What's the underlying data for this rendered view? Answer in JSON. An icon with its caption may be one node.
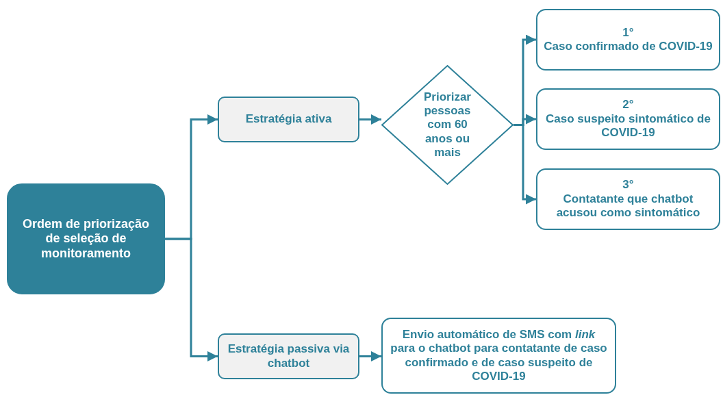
{
  "diagram": {
    "nodes": [
      {
        "text": [
          "Ordem de priorização de seleção de monitoramento"
        ]
      },
      {
        "text": [
          "Estratégia ativa"
        ]
      },
      {
        "text": [
          "Priorizar pessoas com 60 anos ou mais"
        ]
      },
      {
        "text": [
          "1°",
          "Caso confirmado de COVID-19"
        ]
      },
      {
        "text": [
          "2°",
          "Caso suspeito sintomático de COVID-19"
        ]
      },
      {
        "text": [
          "3°",
          "Contatante que chatbot acusou como sintomático"
        ]
      },
      {
        "text": [
          "Estratégia passiva via chatbot"
        ]
      },
      {
        "text": [
          "Envio automático de SMS com *link* para o chatbot para contatante de caso confirmado e de caso suspeito de COVID-19"
        ]
      }
    ],
    "edges": [
      {
        "from": 0,
        "to": 1,
        "arrow": "to"
      },
      {
        "from": 0,
        "to": 6,
        "arrow": "to"
      },
      {
        "from": 1,
        "to": 2,
        "arrow": "to"
      },
      {
        "from": 2,
        "to": 3,
        "arrow": "to"
      },
      {
        "from": 2,
        "to": 4,
        "arrow": "to"
      },
      {
        "from": 2,
        "to": 5,
        "arrow": "to"
      },
      {
        "from": 6,
        "to": 7,
        "arrow": "to"
      }
    ]
  }
}
